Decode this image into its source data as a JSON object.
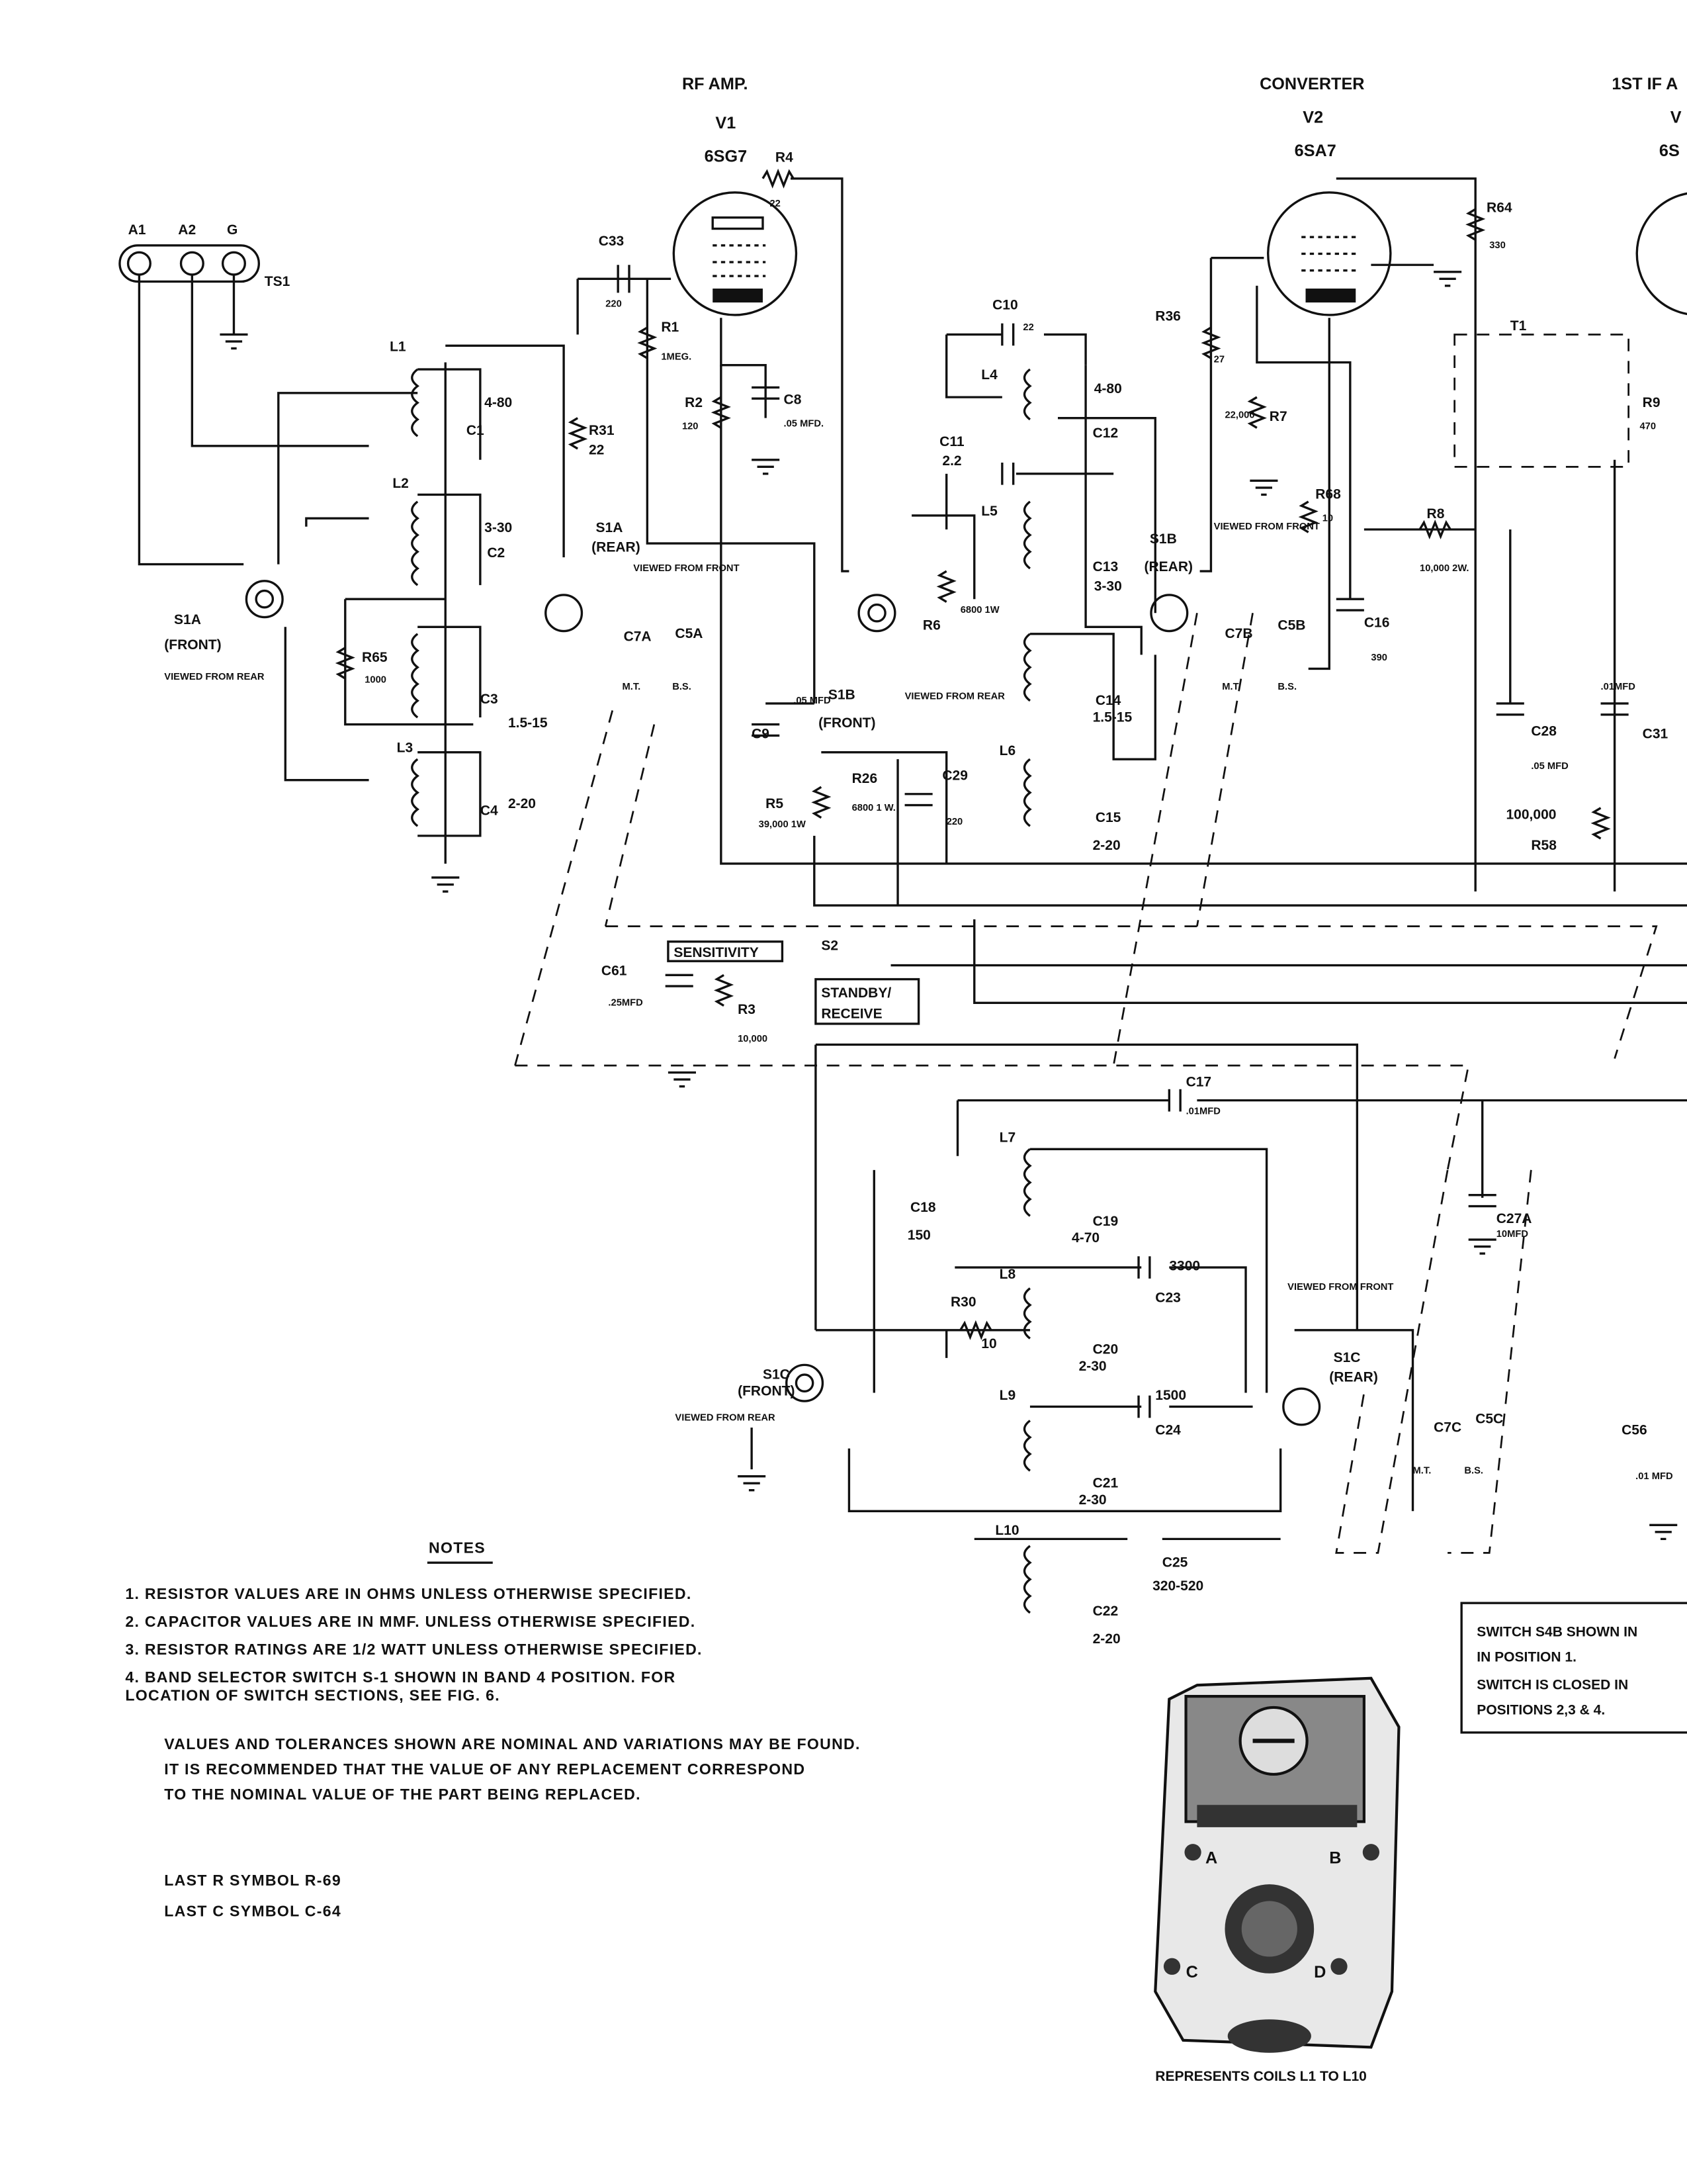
{
  "stages": {
    "rf": {
      "title": "RF AMP.",
      "tube": "V1",
      "type": "6SG7"
    },
    "conv": {
      "title": "CONVERTER",
      "tube": "V2",
      "type": "6SA7"
    },
    "if1": {
      "title": "1ST IF A",
      "tube": "V",
      "type": "6S"
    }
  },
  "terminals": {
    "ts": "TS1",
    "a1": "A1",
    "a2": "A2",
    "g": "G"
  },
  "parts": {
    "r4": "R4",
    "r4v": "22",
    "c33": "C33",
    "c33v": "220",
    "r1": "R1",
    "r1v": "1MEG.",
    "r2": "R2",
    "r2v": "120",
    "c8": "C8",
    "c8v": ".05 MFD.",
    "r31": "R31",
    "r31v": "22",
    "l1": "L1",
    "c1": "C1",
    "c1v": "4-80",
    "l2": "L2",
    "c2": "C2",
    "c2v": "3-30",
    "l3": "L3",
    "c3": "C3",
    "c3v": "1.5-15",
    "c4": "C4",
    "c4v": "2-20",
    "r65": "R65",
    "r65v": "1000",
    "c7a": "C7A",
    "c5a": "C5A",
    "mt": "M.T.",
    "bs": "B.S.",
    "c10": "C10",
    "c10v": "22",
    "l4": "L4",
    "c12": "C12",
    "c12v": "4-80",
    "c11": "C11",
    "c11v": "2.2",
    "l5": "L5",
    "c13": "C13",
    "c13v": "3-30",
    "r6": "R6",
    "r6v": "6800 1W",
    "c9": "C9",
    "c9v": ".05 MFD",
    "r26": "R26",
    "r26v": "6800 1 W.",
    "c29": "C29",
    "c29v": "220",
    "r5": "R5",
    "r5v": "39,000 1W",
    "l6": "L6",
    "c14": "C14",
    "c14v": "1.5-15",
    "c15": "C15",
    "c15v": "2-20",
    "r36": "R36",
    "r36v": "27",
    "r7": "R7",
    "r7v": "22,000",
    "r68": "R68",
    "r68v": "10",
    "c16": "C16",
    "c16v": "390",
    "c7b": "C7B",
    "c5b": "C5B",
    "r64": "R64",
    "r64v": "330",
    "t1": "T1",
    "r9": "R9",
    "r9v": "470",
    "r8": "R8",
    "r8v": "10,000 2W.",
    "c28": "C28",
    "c28v": ".05 MFD",
    "c31": "C31",
    "c31v": ".01MFD",
    "r58v": "100,000",
    "r58": "R58",
    "c61": "C61",
    "c61v": ".25MFD",
    "r3": "R3",
    "r3v": "10,000",
    "s2": "S2",
    "c17": "C17",
    "c17v": ".01MFD",
    "l7": "L7",
    "c18": "C18",
    "c18v": "150",
    "c19": "C19",
    "c19v": "4-70",
    "l8": "L8",
    "c23": "C23",
    "c23v": "3300",
    "r30": "R30",
    "r30v": "10",
    "c20": "C20",
    "c20v": "2-30",
    "l9": "L9",
    "c24": "C24",
    "c24v": "1500",
    "c21": "C21",
    "c21v": "2-30",
    "l10": "L10",
    "c25": "C25",
    "c25v": "320-520",
    "c22": "C22",
    "c22v": "2-20",
    "c7c": "C7C",
    "c5c": "C5C",
    "c27a": "C27A",
    "c27av": "10MFD",
    "c56": "C56",
    "c56v": ".01 MFD"
  },
  "switches": {
    "s1a_front": "S1A",
    "front": "(FRONT)",
    "rear": "(REAR)",
    "viewed_from_rear": "VIEWED FROM REAR",
    "viewed_from_front": "VIEWED FROM FRONT",
    "s1a_rear": "S1A",
    "s1b_front": "S1B",
    "s1b_rear": "S1B",
    "s1c_front": "S1C",
    "s1c_rear": "S1C"
  },
  "controls": {
    "sensitivity": "SENSITIVITY",
    "standby": "STANDBY/",
    "receive": "RECEIVE"
  },
  "notes": {
    "title": "NOTES",
    "items": [
      "1.  RESISTOR VALUES ARE IN OHMS UNLESS OTHERWISE SPECIFIED.",
      "2.  CAPACITOR VALUES ARE IN MMF. UNLESS OTHERWISE SPECIFIED.",
      "3.  RESISTOR RATINGS ARE 1/2 WATT UNLESS OTHERWISE SPECIFIED.",
      "4.  BAND SELECTOR SWITCH S-1 SHOWN IN BAND 4 POSITION.   FOR",
      "     LOCATION OF SWITCH SECTIONS, SEE FIG. 6."
    ],
    "tolerance": [
      "VALUES AND TOLERANCES SHOWN ARE NOMINAL AND VARIATIONS MAY BE FOUND.",
      "IT IS RECOMMENDED THAT THE VALUE OF ANY REPLACEMENT CORRESPOND",
      "TO THE NOMINAL VALUE OF THE PART BEING REPLACED."
    ],
    "last_r": "LAST R SYMBOL R-69",
    "last_c": "LAST C SYMBOL C-64"
  },
  "switch_box": [
    "SWITCH S4B SHOWN IN",
    "IN POSITION 1.",
    "SWITCH IS CLOSED IN",
    "POSITIONS 2,3 & 4."
  ],
  "coil": {
    "caption": "REPRESENTS COILS L1 TO L10",
    "a": "A",
    "b": "B",
    "c": "C",
    "d": "D"
  }
}
